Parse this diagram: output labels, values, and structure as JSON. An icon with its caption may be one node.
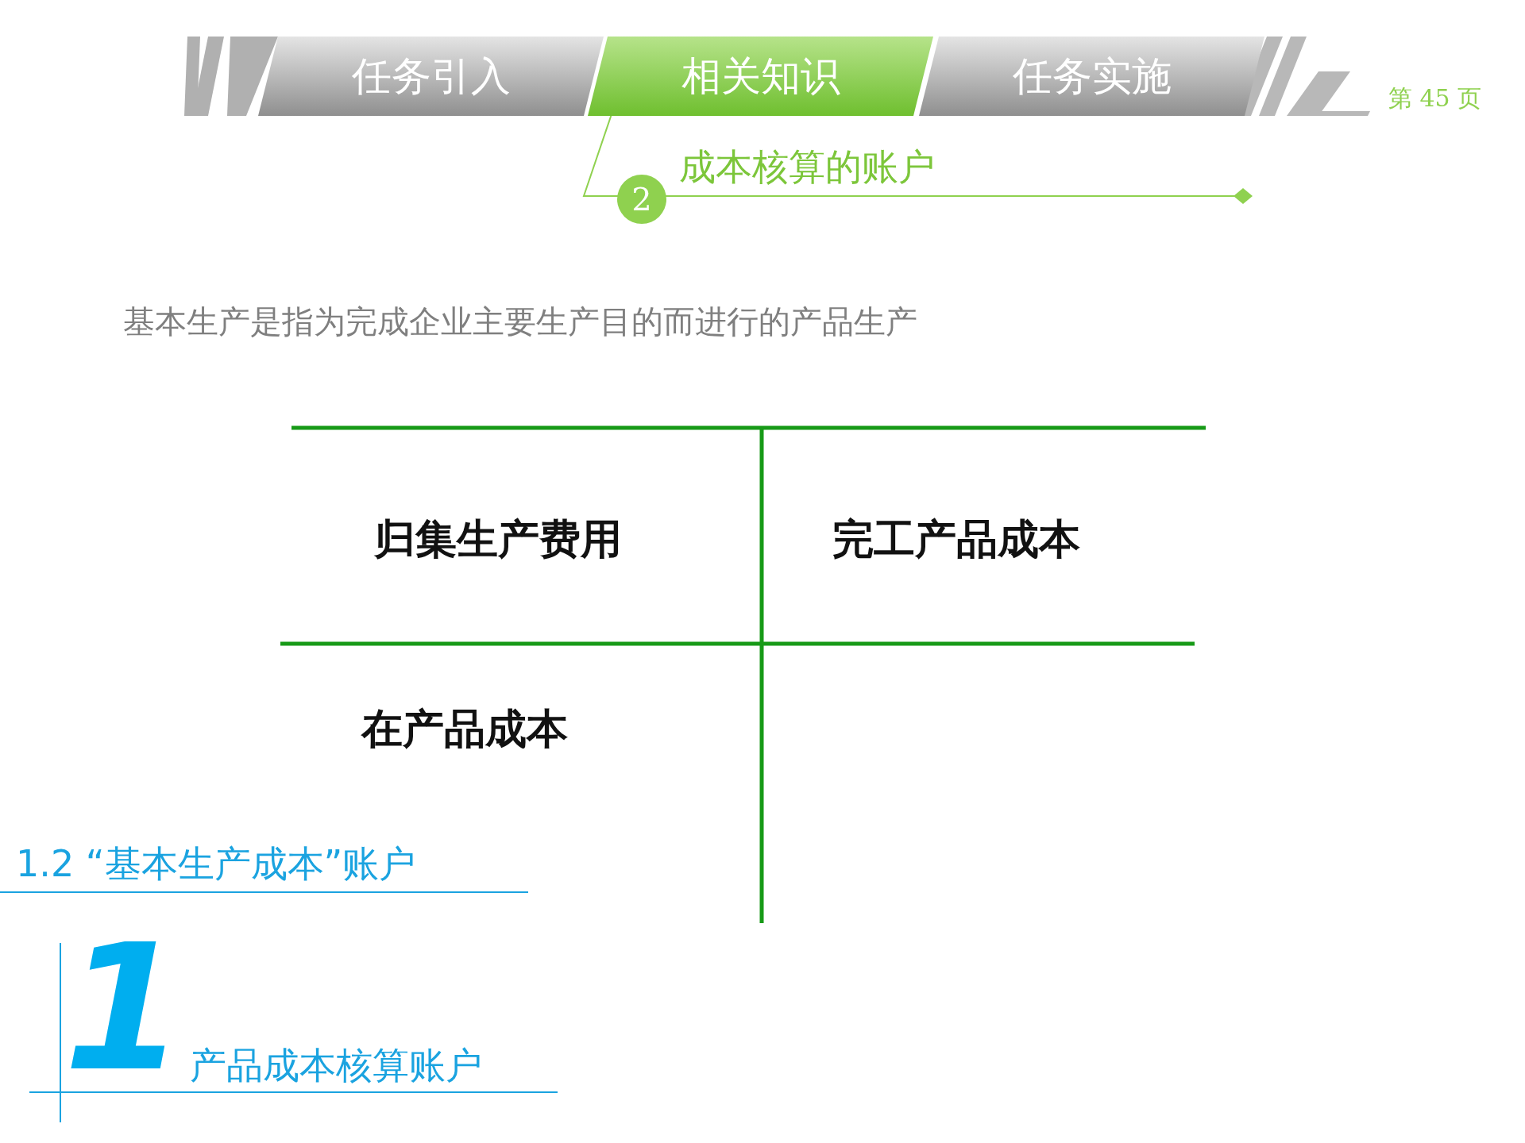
{
  "diagram": {
    "nodes": [
      {
        "text": [
          "任务引入"
        ]
      },
      {
        "text": [
          "相关知识"
        ]
      },
      {
        "text": [
          "任务实施"
        ]
      },
      {
        "text": [
          "2"
        ]
      }
    ],
    "labels": [
      "第 45 页",
      "成本核算的账户",
      "基本生产是指为完成企业主要生产目的而进行的产品生产",
      "归集生产费用",
      "完工产品成本",
      "在产品成本",
      "1.2 “基本生产成本”账户",
      "1",
      "产品成本核算账户"
    ]
  }
}
